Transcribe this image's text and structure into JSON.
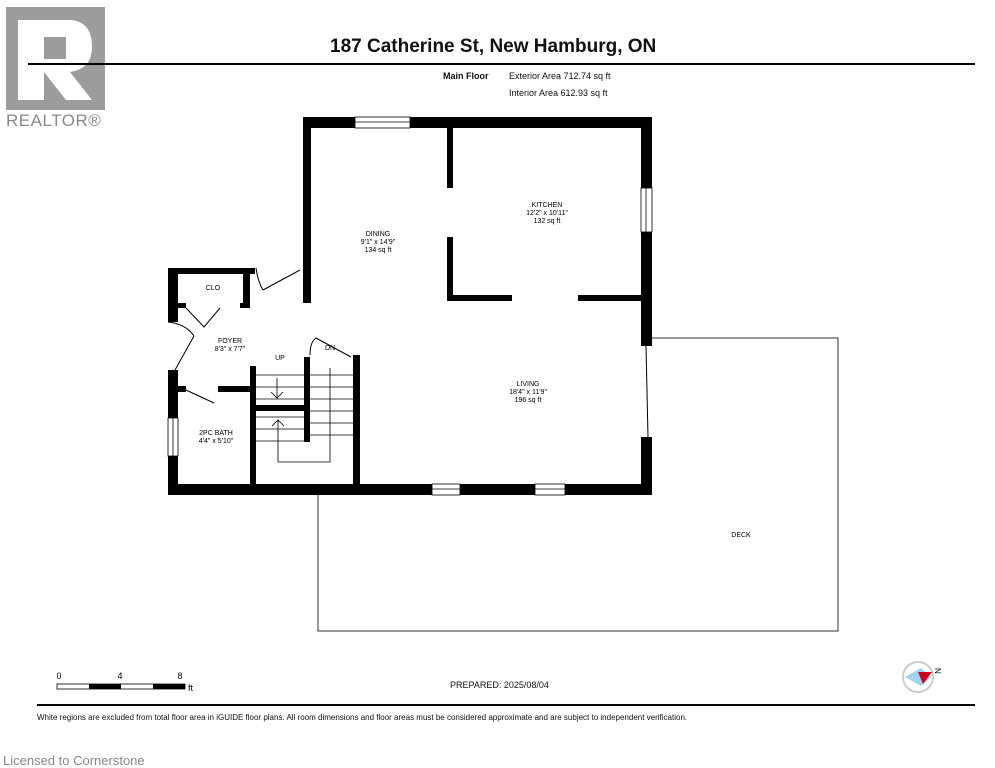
{
  "logo": {
    "letter": "R",
    "brand": "REALTOR®"
  },
  "header": {
    "title": "187 Catherine St, New Hamburg, ON",
    "floor": "Main Floor",
    "exterior_area": "Exterior Area 712.74 sq ft",
    "interior_area": "Interior Area 612.93 sq ft"
  },
  "rooms": [
    {
      "name": "KITCHEN",
      "dims": "12'2\" x 10'11\"",
      "area": "132 sq ft"
    },
    {
      "name": "DINING",
      "dims": "9'1\" x 14'9\"",
      "area": "134 sq ft"
    },
    {
      "name": "LIVING",
      "dims": "18'4\" x 11'9\"",
      "area": "196 sq ft"
    },
    {
      "name": "FOYER",
      "dims": "8'3\" x 7'7\""
    },
    {
      "name": "2PC BATH",
      "dims": "4'4\" x 5'10\""
    },
    {
      "name": "CLO"
    },
    {
      "name": "DECK"
    }
  ],
  "stairs": {
    "up": "UP",
    "down": "DN"
  },
  "scale": {
    "ticks": [
      "0",
      "4",
      "8"
    ],
    "unit": "ft"
  },
  "compass": {
    "label": "N"
  },
  "footer": {
    "prepared": "PREPARED: 2025/08/04",
    "disclaimer": "White regions are excluded from total floor area in iGUIDE floor plans. All room dimensions and floor areas must be considered approximate and are subject to independent verification.",
    "licensed": "Licensed to Cornerstone"
  }
}
